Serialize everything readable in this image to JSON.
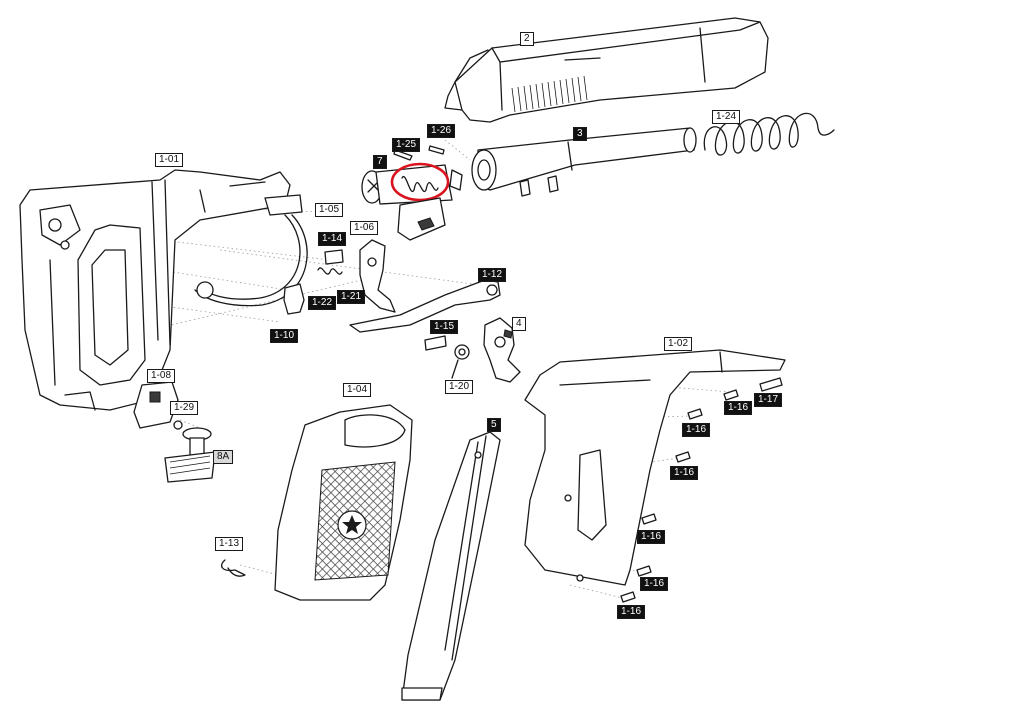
{
  "colors": {
    "line": "#1a1a1a",
    "highlight": "#d9141e",
    "label_dark": "#111111",
    "label_light": "#ffffff"
  },
  "labels": [
    {
      "id": "2",
      "style": "white"
    },
    {
      "id": "1-26",
      "style": "black"
    },
    {
      "id": "1-25",
      "style": "black"
    },
    {
      "id": "3",
      "style": "black"
    },
    {
      "id": "1-24",
      "style": "white"
    },
    {
      "id": "7",
      "style": "black"
    },
    {
      "id": "1-01",
      "style": "white"
    },
    {
      "id": "1-05",
      "style": "white"
    },
    {
      "id": "1-06",
      "style": "white"
    },
    {
      "id": "1-14",
      "style": "black"
    },
    {
      "id": "1-12",
      "style": "black"
    },
    {
      "id": "1-22",
      "style": "black"
    },
    {
      "id": "1-21",
      "style": "black"
    },
    {
      "id": "1-10",
      "style": "black"
    },
    {
      "id": "1-15",
      "style": "black"
    },
    {
      "id": "4",
      "style": "white"
    },
    {
      "id": "1-20",
      "style": "white"
    },
    {
      "id": "1-02",
      "style": "white"
    },
    {
      "id": "1-17",
      "style": "black"
    },
    {
      "id": "1-16",
      "style": "black"
    },
    {
      "id": "1-16",
      "style": "black"
    },
    {
      "id": "1-16",
      "style": "black"
    },
    {
      "id": "1-16",
      "style": "black"
    },
    {
      "id": "1-16",
      "style": "black"
    },
    {
      "id": "1-16",
      "style": "black"
    },
    {
      "id": "1-08",
      "style": "white"
    },
    {
      "id": "1-29",
      "style": "white"
    },
    {
      "id": "8A",
      "style": "gray"
    },
    {
      "id": "1-04",
      "style": "white"
    },
    {
      "id": "5",
      "style": "black"
    },
    {
      "id": "1-13",
      "style": "white"
    }
  ],
  "highlighted_part": "7"
}
